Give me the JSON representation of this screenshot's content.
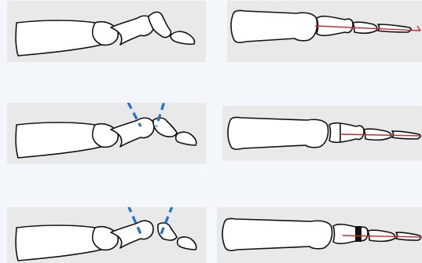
{
  "figure": {
    "rows": [
      {
        "id": "row-1",
        "lateral_view": "no-osteotomy-lines",
        "top_view": "axis-only"
      },
      {
        "id": "row-2",
        "lateral_view": "two-osteotomy-lines",
        "top_view": "axis-with-joint-marks"
      },
      {
        "id": "row-3",
        "lateral_view": "two-osteotomy-lines",
        "top_view": "axis-with-shortened-segment"
      }
    ],
    "colors": {
      "panel_background": "#e9e9e9",
      "page_background": "#f3f7fb",
      "bone_outline": "#111111",
      "osteotomy_line": "#1f6fcf",
      "axis_line": "#cc2a2a"
    }
  }
}
